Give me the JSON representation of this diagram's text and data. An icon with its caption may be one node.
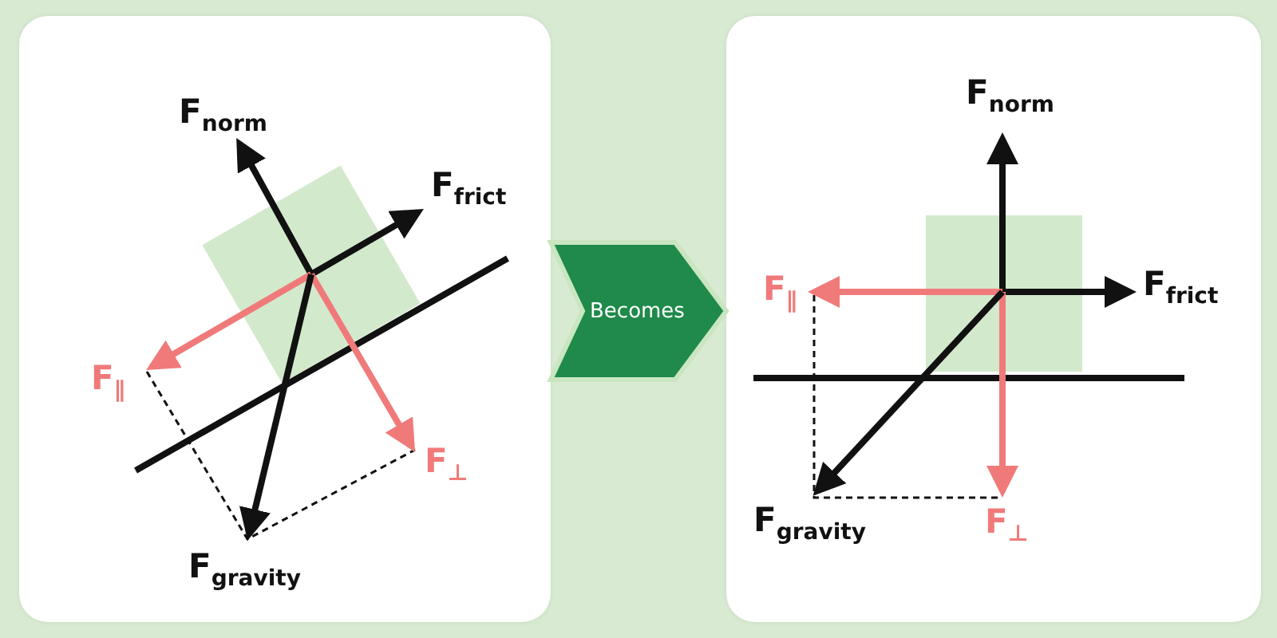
{
  "diagram": {
    "nodes": [
      {
        "text": [],
        "shape": "box"
      },
      {
        "text": [],
        "shape": "box"
      }
    ],
    "edges": [
      {
        "from": 0,
        "to": 1,
        "arrow": "to",
        "label": "Becomes"
      }
    ],
    "labels": [
      "F$_{norm}$",
      "F$_{frict}$",
      "F$_{∥}$",
      "F$_{⊥}$",
      "F$_{gravity}$",
      "F$_{norm}$",
      "F$_{∥}$",
      "F$_{frict}$",
      "F$_{gravity}$",
      "F$_{⊥}$"
    ]
  }
}
